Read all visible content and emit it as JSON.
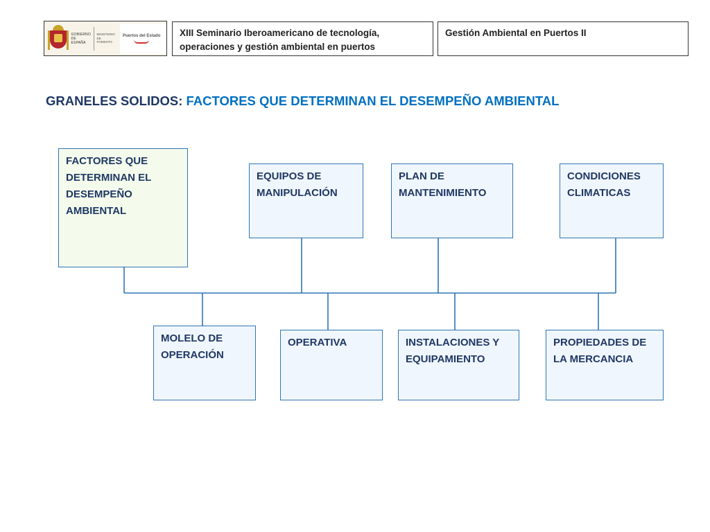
{
  "header": {
    "logo": {
      "gov_text": "GOBIERNO DE ESPAÑA",
      "ministry_text": "MINISTERIO DE FOMENTO",
      "brand_text": "Puertos del Estado",
      "brand_color": "#d0302a"
    },
    "seminar_line1": "XIII Seminario Iberoamericano de tecnología,",
    "seminar_line2": "operaciones y gestión ambiental en puertos",
    "course_title": "Gestión Ambiental en Puertos II"
  },
  "title": {
    "prefix": "GRANELES SOLIDOS:",
    "rest": " FACTORES QUE DETERMINAN EL DESEMPEÑO AMBIENTAL"
  },
  "diagram": {
    "root": "FACTORES QUE DETERMINAN EL DESEMPEÑO AMBIENTAL",
    "top_nodes": [
      "EQUIPOS DE MANIPULACIÓN",
      "PLAN DE MANTENIMIENTO",
      "CONDICIONES CLIMATICAS"
    ],
    "bottom_nodes": [
      "MOLELO DE OPERACIÓN",
      "OPERATIVA",
      "INSTALACIONES Y EQUIPAMIENTO",
      "PROPIEDADES DE LA MERCANCIA"
    ],
    "colors": {
      "border": "#2e75b6",
      "node_fill": "#f0f6fd",
      "root_fill": "#f4fbec",
      "text": "#1f3864",
      "title_dark": "#1f3864",
      "title_blue": "#0070c0"
    }
  }
}
